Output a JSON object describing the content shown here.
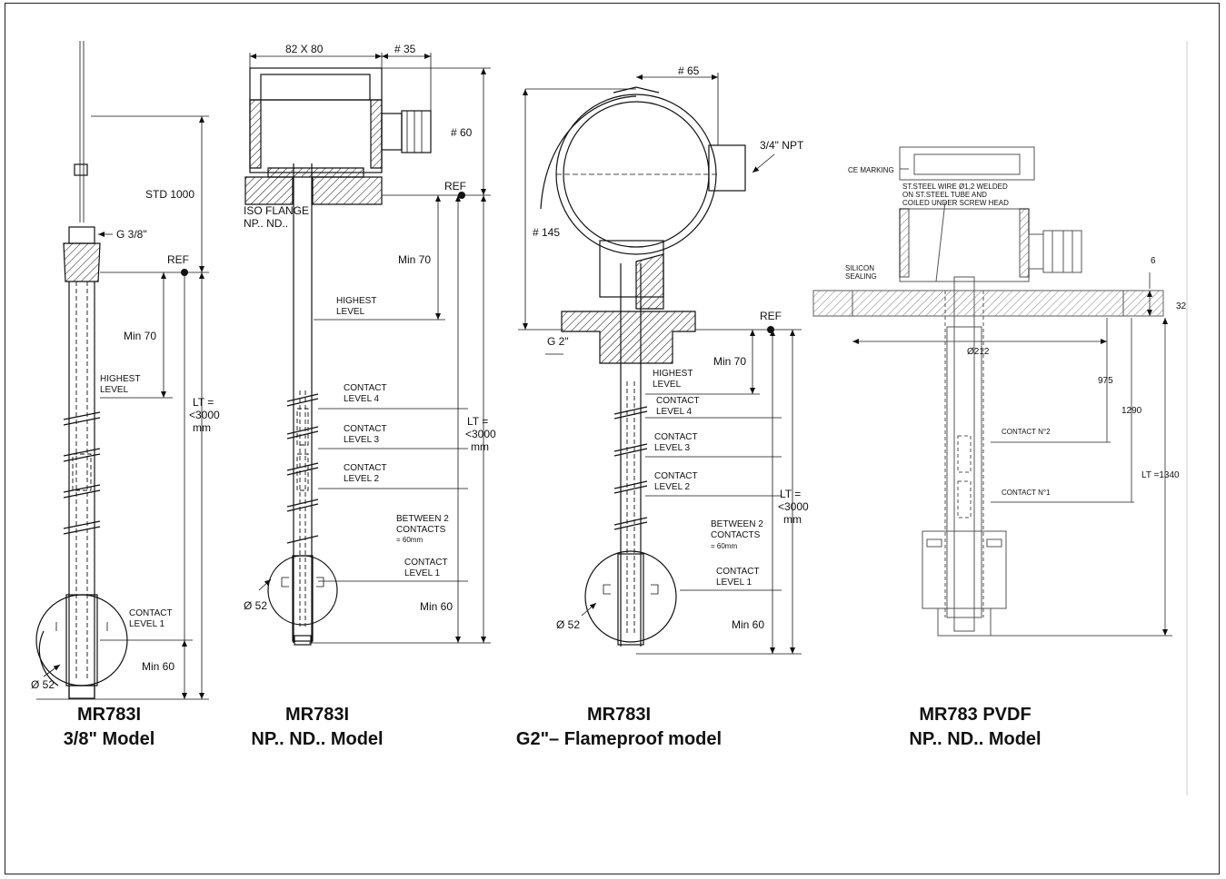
{
  "models": [
    {
      "name": "MR783I",
      "variant": "3/8\" Model"
    },
    {
      "name": "MR783I",
      "variant": "NP.. ND.. Model"
    },
    {
      "name": "MR783I",
      "variant": "G2\"– Flameproof model"
    },
    {
      "name": "MR783 PVDF",
      "variant": "NP.. ND.. Model"
    }
  ],
  "m1": {
    "std": "STD 1000",
    "thread": "G 3/8\"",
    "ref": "REF",
    "min70": "Min 70",
    "highest1": "HIGHEST",
    "highest2": "LEVEL",
    "lt1": "LT =",
    "lt2": "<3000",
    "lt3": "mm",
    "contact1": "CONTACT",
    "contact2": "LEVEL 1",
    "min60": "Min 60",
    "dia": "Ø 52"
  },
  "m2": {
    "box": "82 X 80",
    "depth": "# 35",
    "height": "# 60",
    "iso1": "ISO FLANGE",
    "iso2": "NP.. ND..",
    "ref": "REF",
    "min70": "Min 70",
    "highest1": "HIGHEST",
    "highest2": "LEVEL",
    "c4a": "CONTACT",
    "c4b": "LEVEL  4",
    "c3a": "CONTACT",
    "c3b": "LEVEL  3",
    "c2a": "CONTACT",
    "c2b": "LEVEL  2",
    "lt1": "LT =",
    "lt2": "<3000",
    "lt3": "mm",
    "between1": "BETWEEN 2",
    "between2": "CONTACTS",
    "between3": "= 60mm",
    "c1a": "CONTACT",
    "c1b": "LEVEL 1",
    "min60": "Min 60",
    "dia": "Ø 52"
  },
  "m3": {
    "depth": "# 65",
    "npt": "3/4\" NPT",
    "height": "# 145",
    "g2": "G 2\"",
    "ref": "REF",
    "min70": "Min 70",
    "highest1": "HIGHEST",
    "highest2": "LEVEL",
    "c4a": "CONTACT",
    "c4b": "LEVEL  4",
    "c3a": "CONTACT",
    "c3b": "LEVEL  3",
    "c2a": "CONTACT",
    "c2b": "LEVEL  2",
    "lt1": "LT =",
    "lt2": "<3000",
    "lt3": "mm",
    "between1": "BETWEEN 2",
    "between2": "CONTACTS",
    "between3": "= 60mm",
    "c1a": "CONTACT",
    "c1b": "LEVEL 1",
    "min60": "Min 60",
    "dia": "Ø 52"
  },
  "m4": {
    "ce": "CE MARKING",
    "wire1": "ST.STEEL WIRE Ø1,2 WELDED",
    "wire2": "ON ST.STEEL TUBE AND",
    "wire3": "COILED UNDER SCREW HEAD",
    "sil1": "SILICON",
    "sil2": "SEALING",
    "six": "6",
    "t32": "32",
    "d212": "Ø212",
    "d975": "975",
    "d1290": "1290",
    "lt": "LT =1340",
    "cn2": "CONTACT N°2",
    "cn1": "CONTACT N°1"
  }
}
